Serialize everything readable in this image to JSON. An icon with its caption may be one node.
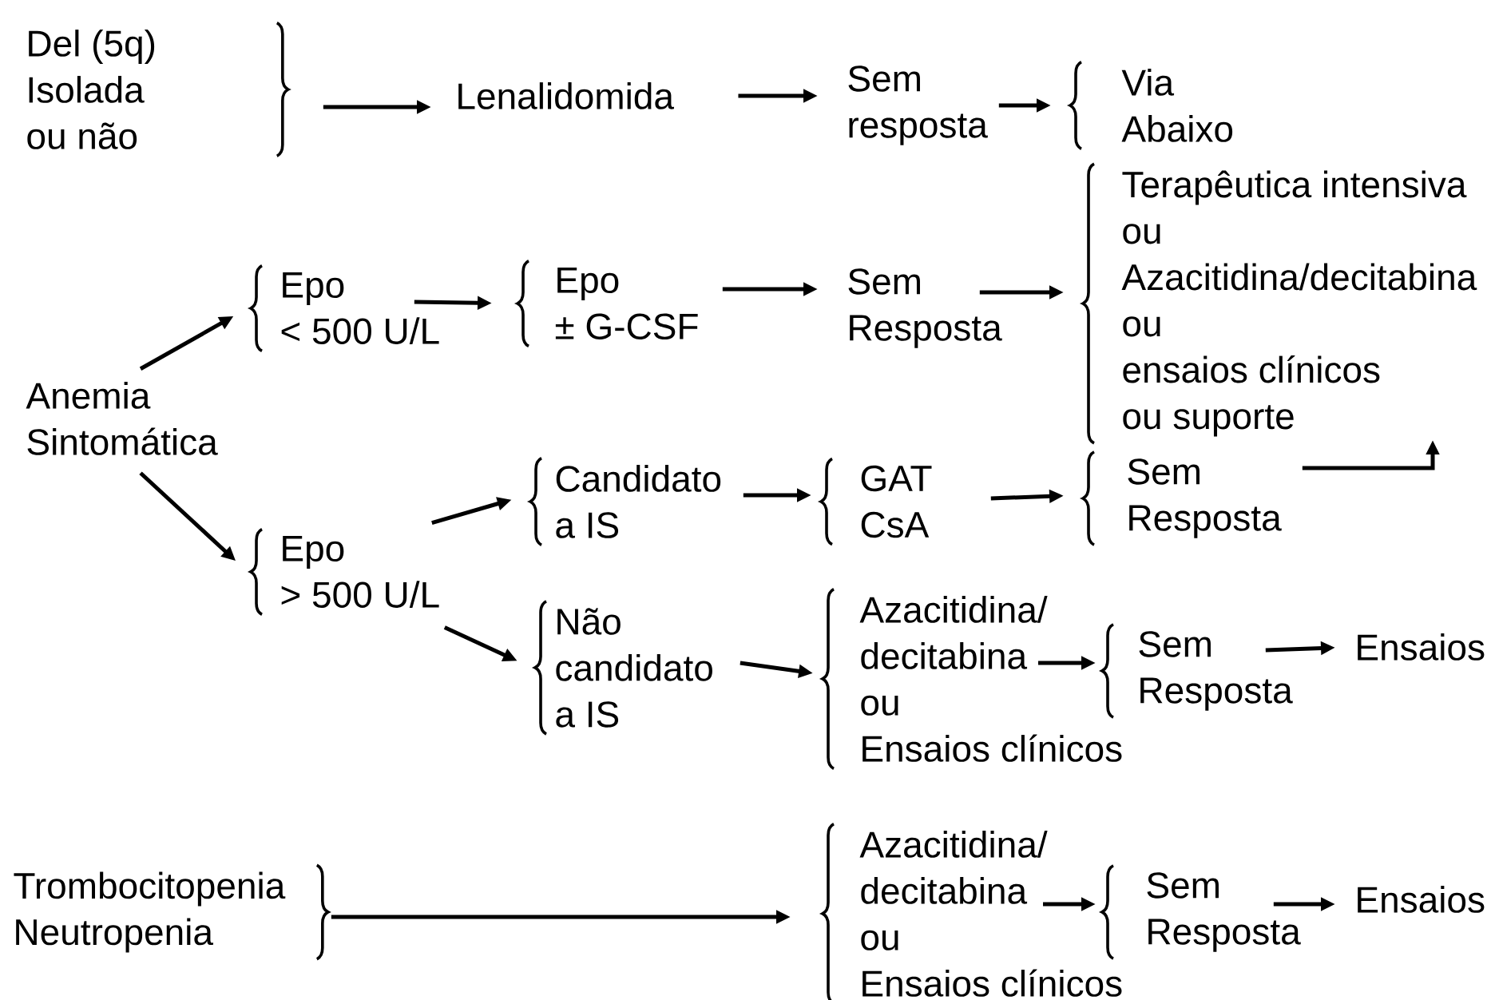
{
  "diagram": {
    "nodes": [
      {
        "text": [
          "Del (5q) Isolada ou não"
        ]
      },
      {
        "text": [
          "Lenalidomida"
        ]
      },
      {
        "text": [
          "Sem resposta"
        ]
      },
      {
        "text": [
          "Via Abaixo"
        ]
      },
      {
        "text": [
          "Anemia Sintomática"
        ]
      },
      {
        "text": [
          "Epo",
          "< 500 U/L"
        ]
      },
      {
        "text": [
          "Epo",
          "± G-CSF"
        ]
      },
      {
        "text": [
          "Sem Resposta"
        ]
      },
      {
        "text": [
          "Terapêutica intensiva",
          "ou",
          "Azacitidina/decitabina",
          "ou",
          "ensaios clínicos",
          "ou suporte"
        ]
      },
      {
        "text": [
          "Epo",
          "> 500 U/L"
        ]
      },
      {
        "text": [
          "Candidato a IS"
        ]
      },
      {
        "text": [
          "GAT",
          "CsA"
        ]
      },
      {
        "text": [
          "Sem Resposta"
        ]
      },
      {
        "text": [
          "Não candidato a IS"
        ]
      },
      {
        "text": [
          "Azacitidina/ decitabina",
          "ou",
          "Ensaios clínicos"
        ]
      },
      {
        "text": [
          "Sem Resposta"
        ]
      },
      {
        "text": [
          "Ensaios"
        ]
      },
      {
        "text": [
          "Trombocitopenia",
          "Neutropenia"
        ]
      },
      {
        "text": [
          "Azacitidina/ decitabina",
          "ou",
          "Ensaios clínicos"
        ]
      },
      {
        "text": [
          "Sem Resposta"
        ]
      },
      {
        "text": [
          "Ensaios"
        ]
      }
    ],
    "edges": [
      {
        "from": 0,
        "to": 1,
        "arrow": "to"
      },
      {
        "from": 1,
        "to": 2,
        "arrow": "to"
      },
      {
        "from": 2,
        "to": 3,
        "arrow": "to"
      },
      {
        "from": 4,
        "to": 5,
        "arrow": "to"
      },
      {
        "from": 5,
        "to": 6,
        "arrow": "to"
      },
      {
        "from": 6,
        "to": 7,
        "arrow": "to"
      },
      {
        "from": 7,
        "to": 8,
        "arrow": "to"
      },
      {
        "from": 4,
        "to": 9,
        "arrow": "to"
      },
      {
        "from": 9,
        "to": 10,
        "arrow": "to"
      },
      {
        "from": 10,
        "to": 11,
        "arrow": "to"
      },
      {
        "from": 11,
        "to": 12,
        "arrow": "to"
      },
      {
        "from": 12,
        "to": 8,
        "arrow": "to"
      },
      {
        "from": 9,
        "to": 13,
        "arrow": "to"
      },
      {
        "from": 13,
        "to": 14,
        "arrow": "to"
      },
      {
        "from": 14,
        "to": 15,
        "arrow": "to"
      },
      {
        "from": 15,
        "to": 16,
        "arrow": "to"
      },
      {
        "from": 17,
        "to": 18,
        "arrow": "to"
      },
      {
        "from": 18,
        "to": 19,
        "arrow": "to"
      },
      {
        "from": 19,
        "to": 20,
        "arrow": "to"
      }
    ]
  }
}
